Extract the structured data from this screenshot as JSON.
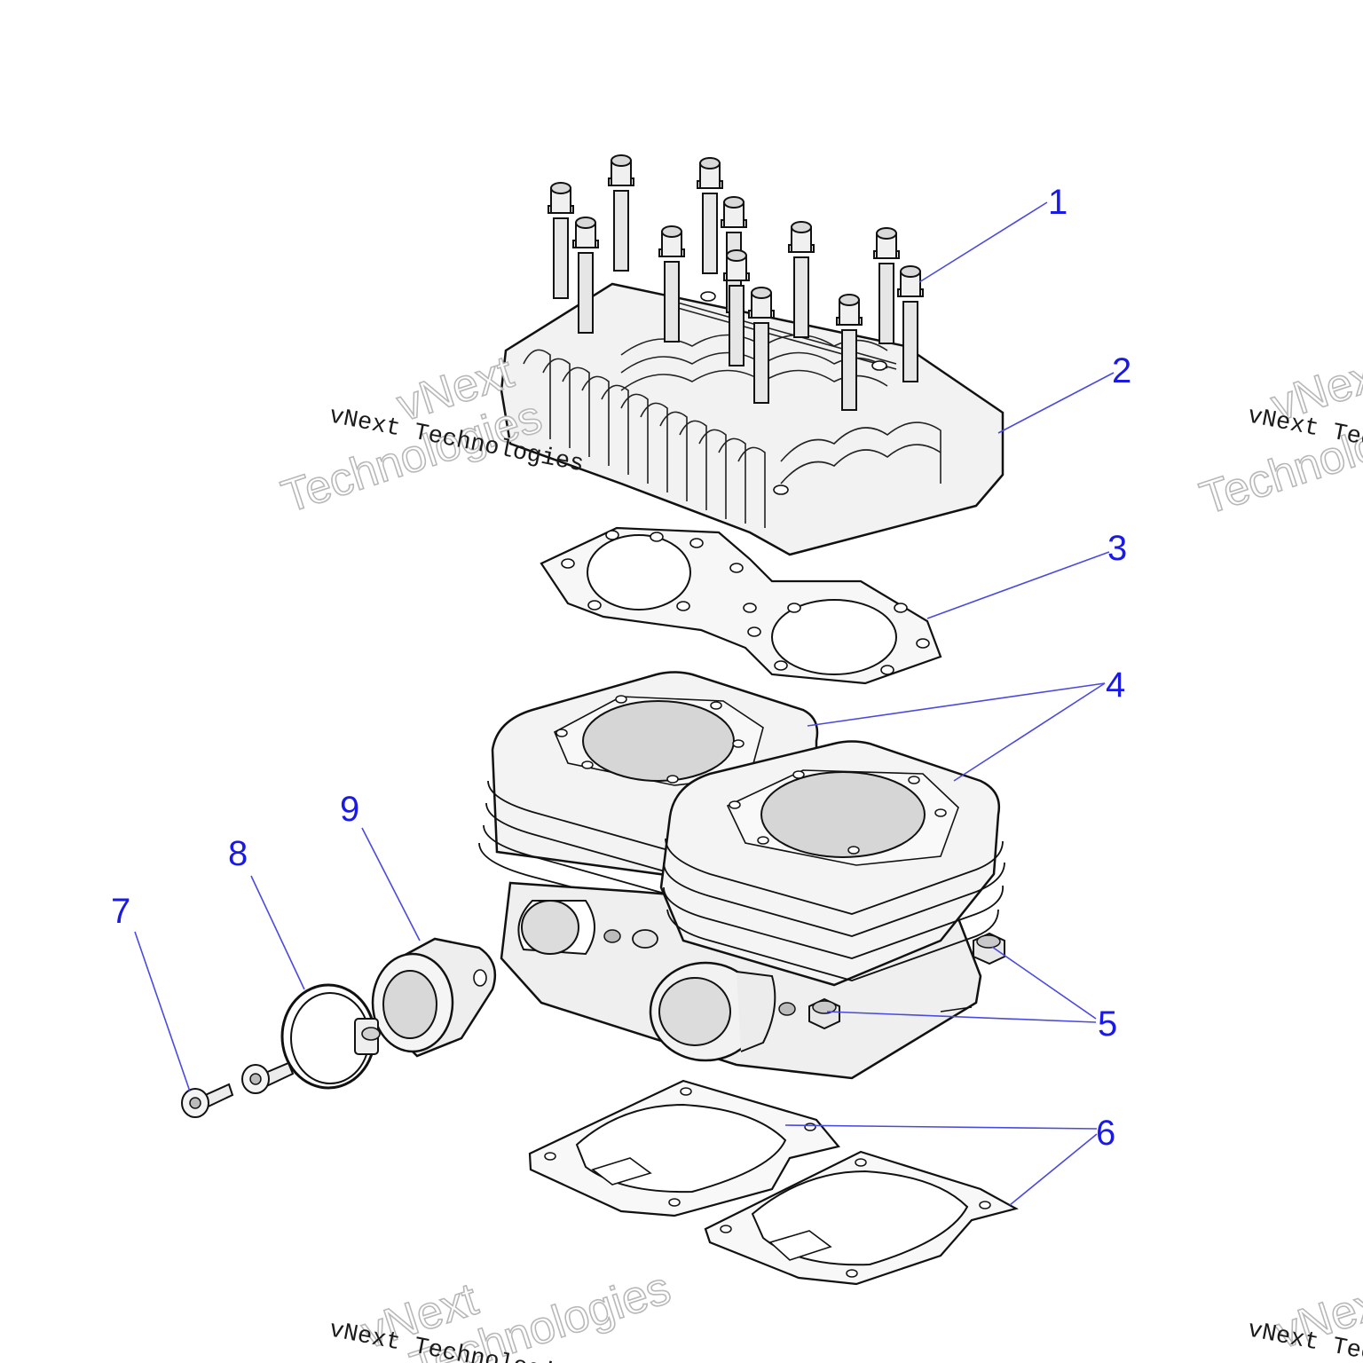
{
  "diagram": {
    "callouts": [
      "1",
      "2",
      "3",
      "4",
      "5",
      "6",
      "7",
      "8",
      "9"
    ]
  },
  "watermark": {
    "line1": "vNext",
    "line2": "Technologies",
    "mono": "vNext Technologies"
  },
  "colors": {
    "callout": "#1a1ae6",
    "leader": "#4a4ae0",
    "part_stroke": "#111111",
    "part_fill": "#efefef"
  }
}
